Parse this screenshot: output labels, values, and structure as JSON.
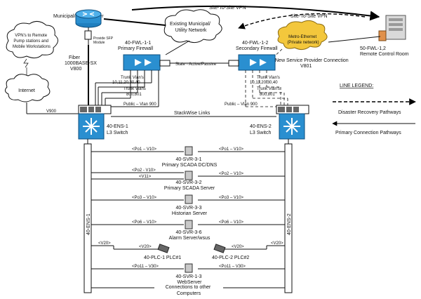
{
  "labels": {
    "router_title": "Municipal/Utility Router",
    "vpn_cloud": [
      "VPN's to Remote",
      "Pump stations and",
      "Mobile Workstations"
    ],
    "internet": "Internet",
    "sfp": [
      "Provide SFP",
      "Module"
    ],
    "fiber": [
      "Fiber",
      "1000BASE-SX",
      "V800"
    ],
    "site_vpn_top": "Site-To-Site VPN",
    "site_vpn_dashed": "Site-To-Site VPN",
    "existing_net": [
      "Existing Municipal/",
      "Utility Network"
    ],
    "fw1": [
      "40-FWL-1-1",
      "Primary Firewall"
    ],
    "fw2": [
      "40-FWL-1-2",
      "Secondary Firewall"
    ],
    "state": "State - Active/Passive",
    "metro": [
      "Metro-Ethernet",
      "(Private network)"
    ],
    "remote_fw": "50-FWL-1,2",
    "remote_room": "Remote Control Room",
    "new_sp": [
      "New Service Provider Connection",
      "V801"
    ],
    "trunk_left_1": [
      "Trunk Vlan's",
      "10,11,20,30,40"
    ],
    "trunk_left_2": [
      "Trunk Vlans",
      "800,801"
    ],
    "trunk_right_1": [
      "Trunk Vlan's",
      "10,11,20,30,40"
    ],
    "trunk_right_2": [
      "Trunk Vlan's",
      "800,801"
    ],
    "public_left": "Public – Vlan 900",
    "public_right": "Public – Vlan 900",
    "v900": "V900",
    "stackwise": "StackWise Links",
    "ens1": [
      "40-ENS-1",
      "L3 Switch"
    ],
    "ens2": [
      "40-ENS-2",
      "L3 Switch"
    ],
    "ens1_vertical": "40-ENS-1",
    "ens2_vertical": "40-ENS-2",
    "legend_title": "LINE LEGEND:",
    "legend_dr": "Disaster Recovery Pathways",
    "legend_primary": "Primary Connection Pathways",
    "links": [
      {
        "left": "<Po1 – V10>",
        "right": "<Po1 – V10>"
      },
      {
        "left": "<Po2 - V10>",
        "right": "<Po2 – V10>"
      },
      {
        "left": "<V11>",
        "right": ""
      },
      {
        "left": "<Po3 – V10>",
        "right": "<Po3 – V10>"
      },
      {
        "left": "<Po6 – V10>",
        "right": "<Po6 – V10>"
      },
      {
        "left": "<V20>",
        "right": "<V20>"
      },
      {
        "left": "<V20>",
        "right": "<V20>"
      },
      {
        "left": "<Po11 – V30>",
        "right": "<Po11 – V30>"
      }
    ],
    "servers": [
      [
        "40-SVR-3-1",
        "Primary SCADA DC/DNS"
      ],
      [
        "40-SVR-3-2",
        "Primary SCADA Server"
      ],
      [
        "40-SVR-3-3",
        "Historian Server"
      ],
      [
        "40-SVR-3-6",
        "Alarm Server/wsus"
      ],
      [
        "40-SVR-1-3",
        "WebServer"
      ]
    ],
    "plc1": "40-PLC-1 PLC#1",
    "plc2": "40-PLC-2 PLC#2",
    "connections": [
      "Connections to other",
      "Computers"
    ]
  },
  "colors": {
    "router": "#2a8fd0",
    "firewall": "#2a8fd0",
    "switch": "#2a8fd0",
    "metro_cloud": "#f3c73c",
    "server_box": "#c9c9c9"
  }
}
